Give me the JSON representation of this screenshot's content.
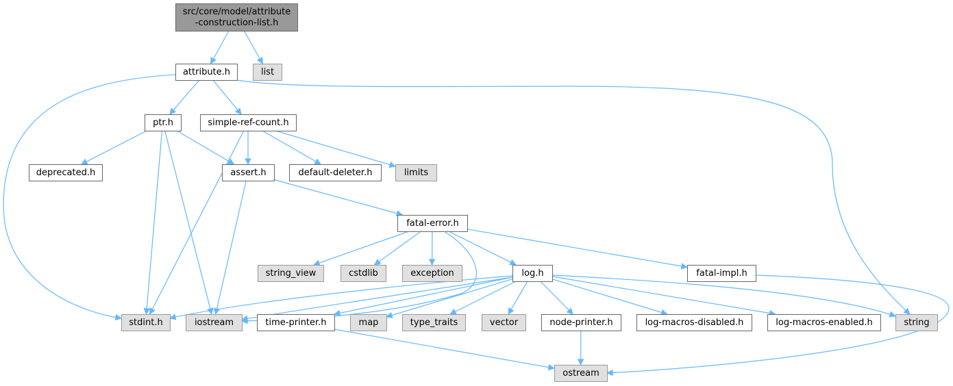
{
  "colors": {
    "edge": "#63b8ff",
    "root_fill": "#999999",
    "root_border": "#666666",
    "file_fill": "#ffffff",
    "file_border": "#666666",
    "system_fill": "#e0e0e0",
    "system_border": "#999999",
    "text": "#000000"
  },
  "nodes": [
    {
      "id": "root",
      "kind": "root",
      "label_lines": [
        "src/core/model/attribute",
        "-construction-list.h"
      ]
    },
    {
      "id": "attribute_h",
      "kind": "file",
      "label_lines": [
        "attribute.h"
      ]
    },
    {
      "id": "list",
      "kind": "system",
      "label_lines": [
        "list"
      ]
    },
    {
      "id": "ptr_h",
      "kind": "file",
      "label_lines": [
        "ptr.h"
      ]
    },
    {
      "id": "simple_ref_count_h",
      "kind": "file",
      "label_lines": [
        "simple-ref-count.h"
      ]
    },
    {
      "id": "deprecated_h",
      "kind": "file",
      "label_lines": [
        "deprecated.h"
      ]
    },
    {
      "id": "assert_h",
      "kind": "file",
      "label_lines": [
        "assert.h"
      ]
    },
    {
      "id": "default_deleter_h",
      "kind": "file",
      "label_lines": [
        "default-deleter.h"
      ]
    },
    {
      "id": "limits",
      "kind": "system",
      "label_lines": [
        "limits"
      ]
    },
    {
      "id": "fatal_error_h",
      "kind": "file",
      "label_lines": [
        "fatal-error.h"
      ]
    },
    {
      "id": "string_view",
      "kind": "system",
      "label_lines": [
        "string_view"
      ]
    },
    {
      "id": "cstdlib",
      "kind": "system",
      "label_lines": [
        "cstdlib"
      ]
    },
    {
      "id": "exception",
      "kind": "system",
      "label_lines": [
        "exception"
      ]
    },
    {
      "id": "log_h",
      "kind": "file",
      "label_lines": [
        "log.h"
      ]
    },
    {
      "id": "fatal_impl_h",
      "kind": "file",
      "label_lines": [
        "fatal-impl.h"
      ]
    },
    {
      "id": "stdint_h",
      "kind": "system",
      "label_lines": [
        "stdint.h"
      ]
    },
    {
      "id": "iostream",
      "kind": "system",
      "label_lines": [
        "iostream"
      ]
    },
    {
      "id": "time_printer_h",
      "kind": "file",
      "label_lines": [
        "time-printer.h"
      ]
    },
    {
      "id": "map",
      "kind": "system",
      "label_lines": [
        "map"
      ]
    },
    {
      "id": "type_traits",
      "kind": "system",
      "label_lines": [
        "type_traits"
      ]
    },
    {
      "id": "vector",
      "kind": "system",
      "label_lines": [
        "vector"
      ]
    },
    {
      "id": "node_printer_h",
      "kind": "file",
      "label_lines": [
        "node-printer.h"
      ]
    },
    {
      "id": "log_macros_disabled_h",
      "kind": "file",
      "label_lines": [
        "log-macros-disabled.h"
      ]
    },
    {
      "id": "log_macros_enabled_h",
      "kind": "file",
      "label_lines": [
        "log-macros-enabled.h"
      ]
    },
    {
      "id": "string",
      "kind": "system",
      "label_lines": [
        "string"
      ]
    },
    {
      "id": "ostream",
      "kind": "system",
      "label_lines": [
        "ostream"
      ]
    }
  ],
  "edges": [
    {
      "from": "root",
      "to": "attribute_h"
    },
    {
      "from": "root",
      "to": "list"
    },
    {
      "from": "attribute_h",
      "to": "ptr_h"
    },
    {
      "from": "attribute_h",
      "to": "simple_ref_count_h"
    },
    {
      "from": "attribute_h",
      "to": "stdint_h"
    },
    {
      "from": "attribute_h",
      "to": "string"
    },
    {
      "from": "ptr_h",
      "to": "deprecated_h"
    },
    {
      "from": "ptr_h",
      "to": "assert_h"
    },
    {
      "from": "ptr_h",
      "to": "stdint_h"
    },
    {
      "from": "ptr_h",
      "to": "iostream"
    },
    {
      "from": "simple_ref_count_h",
      "to": "assert_h"
    },
    {
      "from": "simple_ref_count_h",
      "to": "default_deleter_h"
    },
    {
      "from": "simple_ref_count_h",
      "to": "limits"
    },
    {
      "from": "simple_ref_count_h",
      "to": "stdint_h"
    },
    {
      "from": "assert_h",
      "to": "fatal_error_h"
    },
    {
      "from": "assert_h",
      "to": "iostream"
    },
    {
      "from": "fatal_error_h",
      "to": "string_view"
    },
    {
      "from": "fatal_error_h",
      "to": "cstdlib"
    },
    {
      "from": "fatal_error_h",
      "to": "exception"
    },
    {
      "from": "fatal_error_h",
      "to": "log_h"
    },
    {
      "from": "fatal_error_h",
      "to": "fatal_impl_h"
    },
    {
      "from": "fatal_error_h",
      "to": "iostream"
    },
    {
      "from": "log_h",
      "to": "stdint_h"
    },
    {
      "from": "log_h",
      "to": "iostream"
    },
    {
      "from": "log_h",
      "to": "time_printer_h"
    },
    {
      "from": "log_h",
      "to": "map"
    },
    {
      "from": "log_h",
      "to": "type_traits"
    },
    {
      "from": "log_h",
      "to": "vector"
    },
    {
      "from": "log_h",
      "to": "node_printer_h"
    },
    {
      "from": "log_h",
      "to": "log_macros_disabled_h"
    },
    {
      "from": "log_h",
      "to": "log_macros_enabled_h"
    },
    {
      "from": "log_h",
      "to": "string"
    },
    {
      "from": "fatal_impl_h",
      "to": "ostream"
    },
    {
      "from": "time_printer_h",
      "to": "ostream"
    },
    {
      "from": "node_printer_h",
      "to": "ostream"
    }
  ]
}
